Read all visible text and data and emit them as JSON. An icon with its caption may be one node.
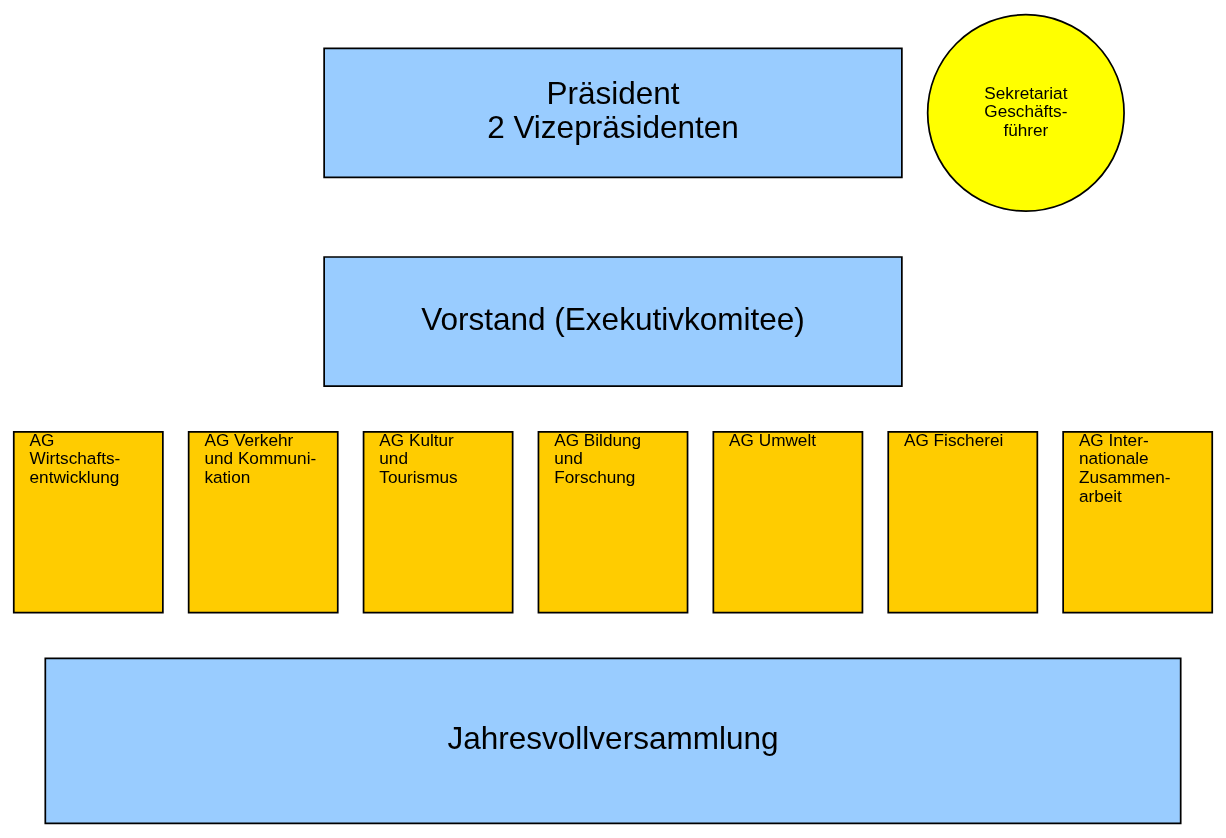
{
  "diagram": {
    "nodes": [
      {
        "text": [
          "Präsident",
          "2 Vizepräsidenten"
        ]
      },
      {
        "text": [
          "Sekretariat Geschäfts- führer"
        ]
      },
      {
        "text": [
          "Vorstand (Exekutivkomitee)"
        ]
      },
      {
        "text": [
          "AG Wirtschafts- entwicklung"
        ]
      },
      {
        "text": [
          "AG Verkehr und Kommuni- kation"
        ]
      },
      {
        "text": [
          "AG Kultur und Tourismus"
        ]
      },
      {
        "text": [
          "AG Bildung und Forschung"
        ]
      },
      {
        "text": [
          "AG Umwelt"
        ]
      },
      {
        "text": [
          "AG Fischerei"
        ]
      },
      {
        "text": [
          "AG Inter- nationale Zusammen- arbeit"
        ]
      },
      {
        "text": [
          "Jahresvollversammlung"
        ]
      }
    ]
  }
}
